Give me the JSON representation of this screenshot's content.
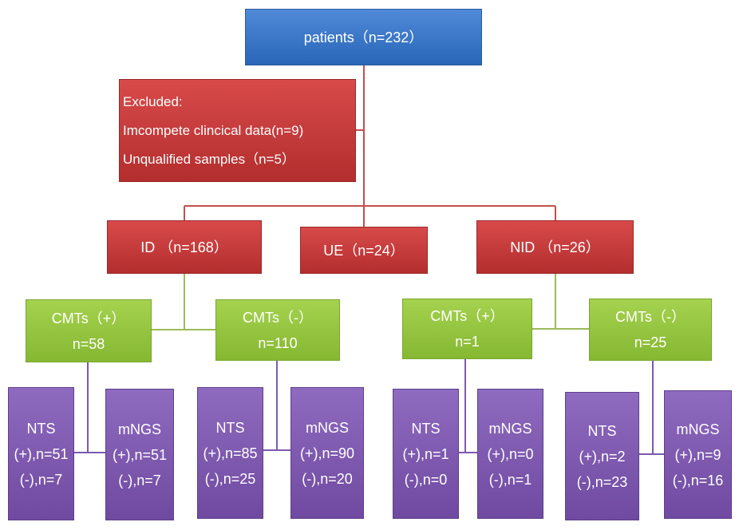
{
  "colors": {
    "root": "#3a78c8",
    "level1": "#c63a3a",
    "cmts": "#96c43e",
    "tests": "#7b58ad",
    "line_red": "#c0504d",
    "line_green": "#9bbb59",
    "line_purple": "#7d5aaf"
  },
  "root": {
    "label": "patients（n=232）"
  },
  "excluded": {
    "title": "Excluded:",
    "line1": "Imcompete clincical data(n=9)",
    "line2": "Unqualified  samples（n=5）"
  },
  "groups": {
    "id": "ID （n=168）",
    "ue": "UE（n=24）",
    "nid": "NID （n=26）"
  },
  "cmts": [
    {
      "line1": "CMTs（+）",
      "line2": "n=58"
    },
    {
      "line1": "CMTs（-）",
      "line2": "n=110"
    },
    {
      "line1": "CMTs（+）",
      "line2": "n=1"
    },
    {
      "line1": "CMTs（-）",
      "line2": "n=25"
    }
  ],
  "tests": [
    {
      "name": "NTS",
      "pos": "(+),n=51",
      "neg": "(-),n=7"
    },
    {
      "name": "mNGS",
      "pos": "(+),n=51",
      "neg": "(-),n=7"
    },
    {
      "name": "NTS",
      "pos": "(+),n=85",
      "neg": "(-),n=25"
    },
    {
      "name": "mNGS",
      "pos": "(+),n=90",
      "neg": "(-),n=20"
    },
    {
      "name": "NTS",
      "pos": "(+),n=1",
      "neg": "(-),n=0"
    },
    {
      "name": "mNGS",
      "pos": "(+),n=0",
      "neg": "(-),n=1"
    },
    {
      "name": "NTS",
      "pos": "(+),n=2",
      "neg": "(-),n=23"
    },
    {
      "name": "mNGS",
      "pos": "(+),n=9",
      "neg": "(-),n=16"
    }
  ]
}
